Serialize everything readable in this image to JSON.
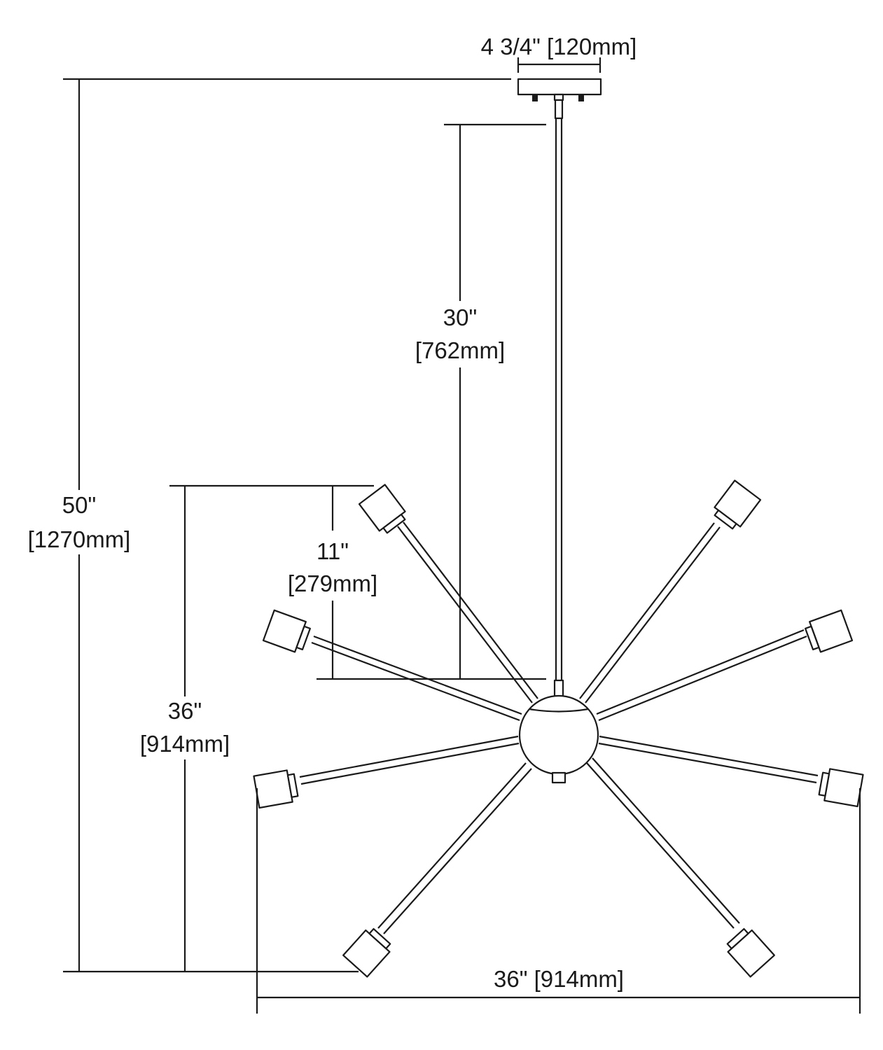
{
  "figure": {
    "title": "Pendant fixture dimension drawing",
    "colors": {
      "line": "#1a1a1a",
      "background": "#ffffff"
    }
  },
  "dimensions": {
    "canopy_width": {
      "imperial": "4 3/4\"",
      "metric": "[120mm]",
      "label": "4 3/4\" [120mm]"
    },
    "stem_length": {
      "imperial": "30\"",
      "metric": "[762mm]"
    },
    "overall_height": {
      "imperial": "50\"",
      "metric": "[1270mm]"
    },
    "upper_arm_drop": {
      "imperial": "11\"",
      "metric": "[279mm]"
    },
    "body_height": {
      "imperial": "36\"",
      "metric": "[914mm]"
    },
    "overall_width": {
      "imperial": "36\"",
      "metric": "[914mm]",
      "label": "36\" [914mm]"
    }
  }
}
